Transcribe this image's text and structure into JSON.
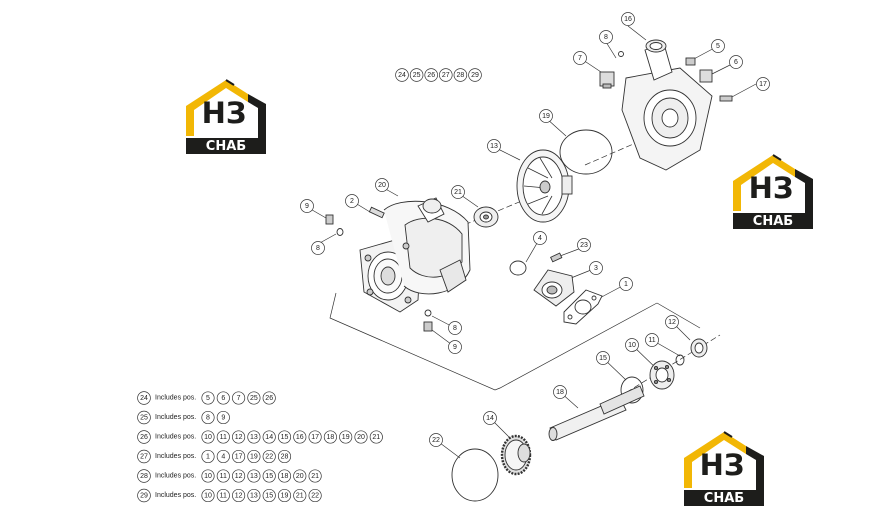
{
  "colors": {
    "line": "#333333",
    "logo_yellow": "#f2b705",
    "logo_dark": "#1d1d1b",
    "background": "#ffffff"
  },
  "logo": {
    "letters": "НЗ",
    "word": "СНАБ"
  },
  "kit_header": [
    "24",
    "25",
    "26",
    "27",
    "28",
    "29"
  ],
  "part_labels": [
    "1",
    "2",
    "3",
    "4",
    "5",
    "6",
    "7",
    "8",
    "9",
    "10",
    "11",
    "12",
    "13",
    "14",
    "15",
    "16",
    "17",
    "18",
    "19",
    "20",
    "21",
    "22",
    "23"
  ],
  "legend": {
    "includes_text": "Includes pos.",
    "rows": [
      {
        "kit": "24",
        "items": [
          "5",
          "6",
          "7",
          "25",
          "26"
        ]
      },
      {
        "kit": "25",
        "items": [
          "8",
          "9"
        ]
      },
      {
        "kit": "26",
        "items": [
          "10",
          "11",
          "12",
          "13",
          "14",
          "15",
          "16",
          "17",
          "18",
          "19",
          "20",
          "21"
        ]
      },
      {
        "kit": "27",
        "items": [
          "1",
          "4",
          "17",
          "19",
          "22",
          "28"
        ]
      },
      {
        "kit": "28",
        "items": [
          "10",
          "11",
          "12",
          "13",
          "15",
          "18",
          "20",
          "21"
        ]
      },
      {
        "kit": "29",
        "items": [
          "10",
          "11",
          "12",
          "13",
          "15",
          "19",
          "21",
          "22"
        ]
      }
    ]
  }
}
